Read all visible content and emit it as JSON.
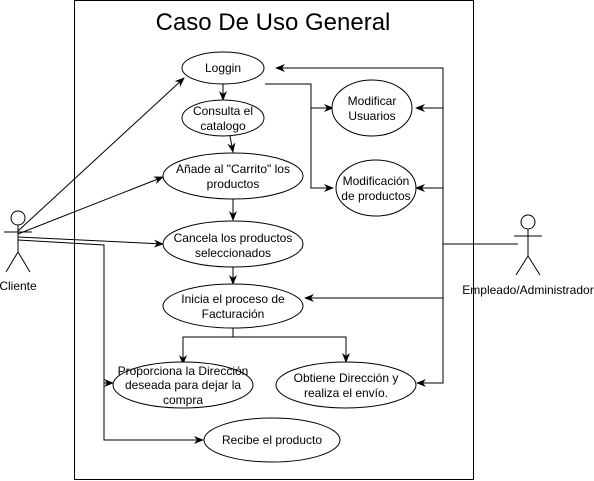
{
  "diagram": {
    "title": "Caso De Uso General",
    "actors": {
      "cliente": "Cliente",
      "empleado": "Empleado/Administrador"
    },
    "use_cases": {
      "loggin": [
        "Loggin"
      ],
      "consulta": [
        "Consulta el",
        "catalogo"
      ],
      "carrito": [
        "Añade al \"Carrito\" los",
        "productos"
      ],
      "cancela": [
        "Cancela los productos",
        "seleccionados"
      ],
      "factura": [
        "Inicia el proceso de",
        "Facturación"
      ],
      "direccion": [
        "Proporciona la Dirección",
        "deseada para dejar la",
        "compra"
      ],
      "obtiene": [
        "Obtiene Dirección y",
        "realiza el envío."
      ],
      "recibe": [
        "Recibe el producto"
      ],
      "modusu": [
        "Modificar",
        "Usuarios"
      ],
      "modprod": [
        "Modificación",
        "de productos"
      ]
    }
  }
}
